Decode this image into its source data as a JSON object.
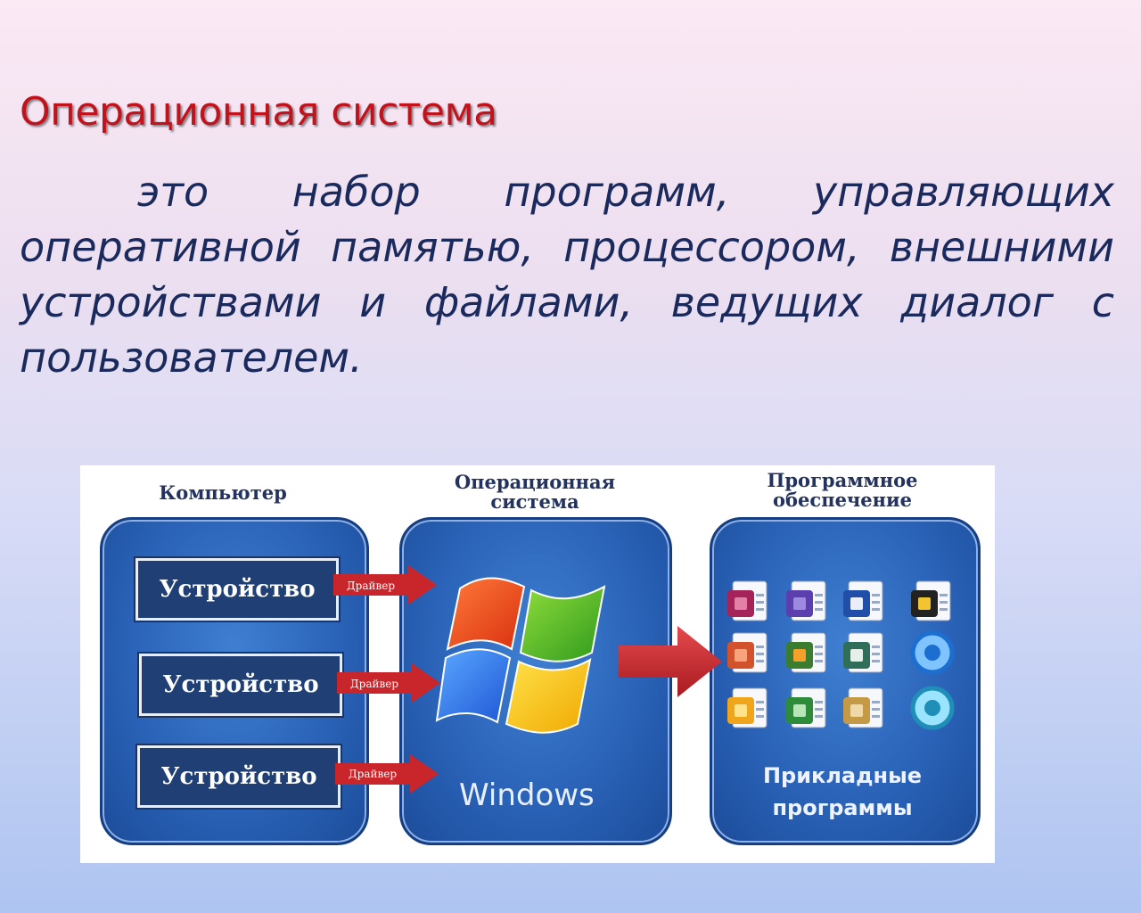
{
  "slide": {
    "title": "Операционная система",
    "definition": "это набор программ, управляющих оперативной памятью, процессором, внешними устройствами и файлами, ведущих диалог с пользователем."
  },
  "diagram": {
    "captions": {
      "computer": "Компьютер",
      "os": "Операционная система",
      "software": "Программное обеспечение"
    },
    "devices": [
      "Устройство",
      "Устройство",
      "Устройство"
    ],
    "driver_label": "Драйвер",
    "os_name": "Windows",
    "apps_label": "Прикладные программы",
    "app_icon_names": [
      "access-icon",
      "infopath-icon",
      "word-icon",
      "movie-counter-icon",
      "powerpoint-icon",
      "visio-icon",
      "publisher-icon",
      "internet-explorer-icon",
      "outlook-icon",
      "excel-icon",
      "folder-icon",
      "media-player-icon"
    ],
    "colors": {
      "panel": "#2a63b8",
      "device_box": "#1f3f75",
      "arrow": "#c8262b",
      "title": "#c2121c",
      "text": "#1b2a5c"
    }
  }
}
